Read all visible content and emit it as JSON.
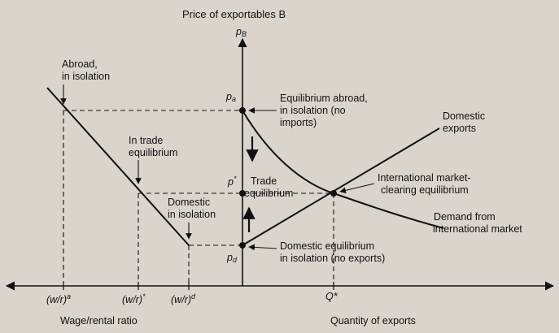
{
  "diagram": {
    "title": "Price of exportables B",
    "y_axis_symbol": "p",
    "y_axis_symbol_sub": "B",
    "price_labels": {
      "pa": "p",
      "pa_sub": "a",
      "pstar": "p",
      "pstar_sup": "*",
      "pd": "p",
      "pd_sub": "d"
    },
    "annotations": {
      "abroad_isolation": [
        "Abroad,",
        "in isolation"
      ],
      "in_trade_equilibrium": [
        "In trade",
        "equilibrium"
      ],
      "domestic_isolation": [
        "Domestic",
        "in isolation"
      ],
      "equilibrium_abroad": [
        "Equilibrium abroad,",
        "in isolation (no",
        "imports)"
      ],
      "trade_equilibrium": [
        "Trade",
        "equilibrium"
      ],
      "domestic_exports": [
        "Domestic",
        "exports"
      ],
      "international_market": [
        "International market-",
        "clearing equilibrium"
      ],
      "demand_from": [
        "Demand from",
        "international market"
      ],
      "domestic_equilibrium": [
        "Domestic equilibrium",
        "in isolation (no exports)"
      ]
    },
    "x_ticks": {
      "wr_a": "(w/r)",
      "wr_a_sup": "a",
      "wr_star": "(w/r)",
      "wr_star_sup": "*",
      "wr_d": "(w/r)",
      "wr_d_sup": "d",
      "q_star": "Q*"
    },
    "axis_titles": {
      "left": "Wage/rental ratio",
      "right": "Quantity of exports"
    }
  }
}
